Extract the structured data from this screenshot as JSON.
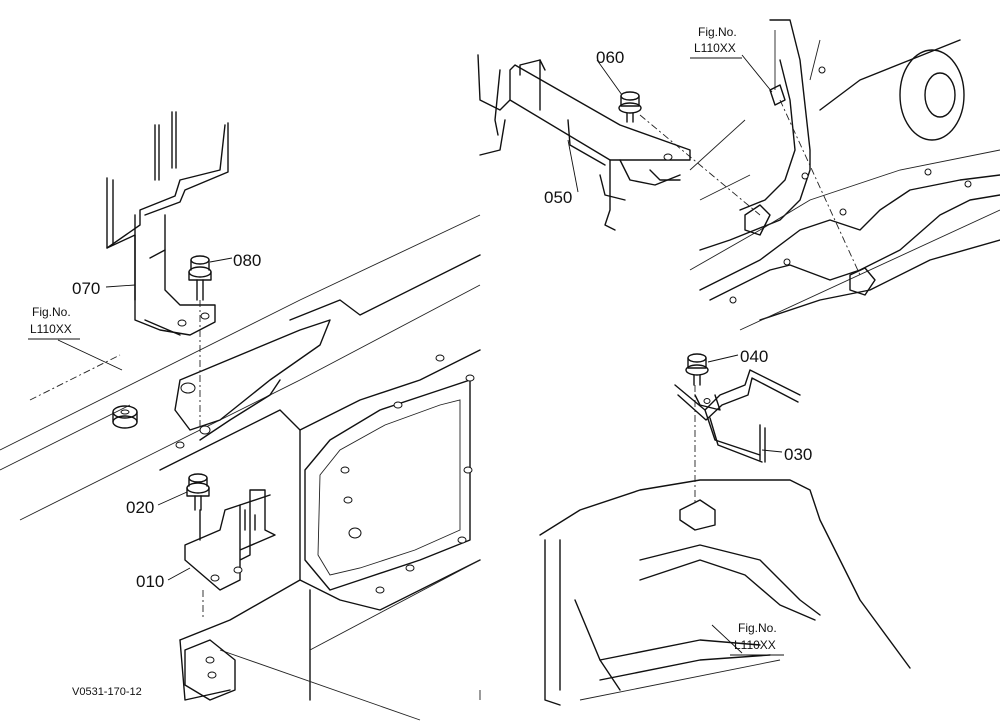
{
  "parts": {
    "p010": "010",
    "p020": "020",
    "p030": "030",
    "p040": "040",
    "p050": "050",
    "p060": "060",
    "p070": "070",
    "p080": "080"
  },
  "fig_refs": [
    {
      "title": "Fig.No.",
      "code": "L110XX"
    },
    {
      "title": "Fig.No.",
      "code": "L110XX"
    },
    {
      "title": "Fig.No.",
      "code": "L110XX"
    }
  ],
  "drawing_code": "V0531-170-12"
}
